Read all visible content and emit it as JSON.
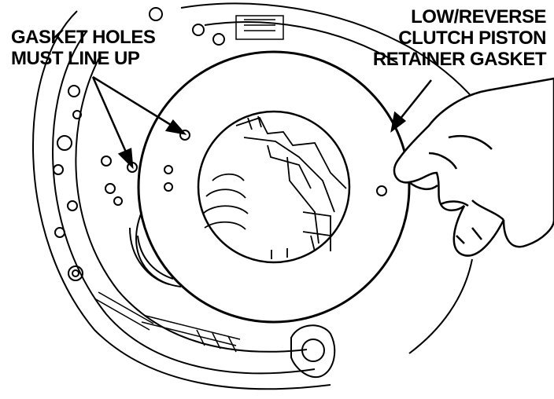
{
  "callouts": {
    "gasket_holes": {
      "line1": "GASKET HOLES",
      "line2": "MUST LINE UP"
    },
    "gasket_name": {
      "line1": "LOW/REVERSE",
      "line2": "CLUTCH PISTON",
      "line3": "RETAINER GASKET"
    }
  },
  "colors": {
    "ink": "#000000",
    "paper": "#ffffff"
  }
}
